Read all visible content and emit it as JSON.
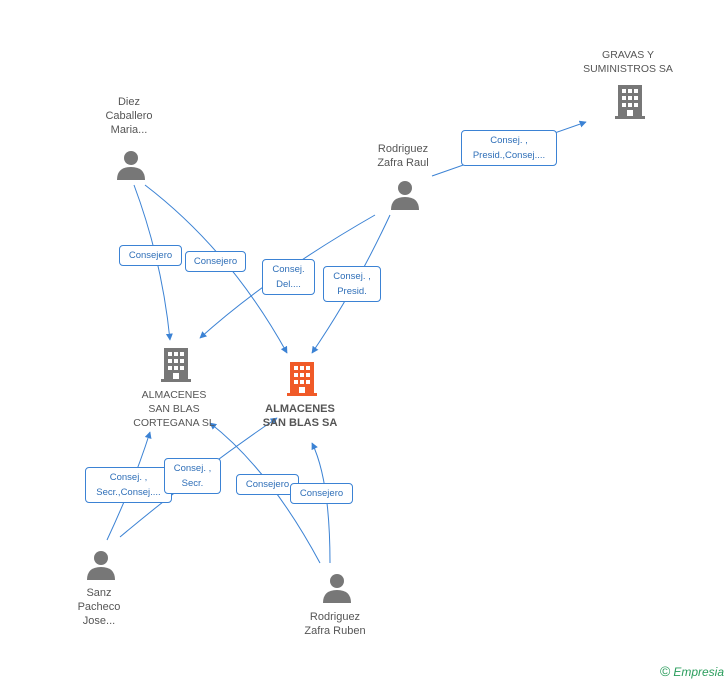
{
  "nodes": {
    "gravas": {
      "label_1": "GRAVAS Y",
      "label_2": "SUMINISTROS SA",
      "icon": "building-icon"
    },
    "diez": {
      "label_1": "Diez",
      "label_2": "Caballero",
      "label_3": "Maria...",
      "icon": "person-icon"
    },
    "raul": {
      "label_1": "Rodriguez",
      "label_2": "Zafra Raul",
      "icon": "person-icon"
    },
    "cortegana": {
      "label_1": "ALMACENES",
      "label_2": "SAN BLAS",
      "label_3": "CORTEGANA SL",
      "icon": "building-icon"
    },
    "sanblas": {
      "label_1": "ALMACENES",
      "label_2": "SAN BLAS SA",
      "icon": "building-icon",
      "highlight": "#f05a28"
    },
    "sanz": {
      "label_1": "Sanz",
      "label_2": "Pacheco",
      "label_3": "Jose...",
      "icon": "person-icon"
    },
    "ruben": {
      "label_1": "Rodriguez",
      "label_2": "Zafra Ruben",
      "icon": "person-icon"
    }
  },
  "roles": {
    "raul_gravas": {
      "line_1": "Consej. ,",
      "line_2": "Presid.,Consej...."
    },
    "diez_cortegana": {
      "line_1": "Consejero"
    },
    "diez_sanblas": {
      "line_1": "Consejero"
    },
    "raul_cortegana": {
      "line_1": "Consej.",
      "line_2": "Del...."
    },
    "raul_sanblas": {
      "line_1": "Consej. ,",
      "line_2": "Presid."
    },
    "sanz_cortegana": {
      "line_1": "Consej. ,",
      "line_2": "Secr.,Consej...."
    },
    "sanz_sanblas": {
      "line_1": "Consej. ,",
      "line_2": "Secr."
    },
    "ruben_cortegana": {
      "line_1": "Consejero"
    },
    "ruben_sanblas": {
      "line_1": "Consejero"
    }
  },
  "colors": {
    "edge": "#3b82d4",
    "icon": "#777777",
    "main": "#f05a28"
  },
  "footer": {
    "copyright": "©",
    "brand": "Empresia"
  }
}
